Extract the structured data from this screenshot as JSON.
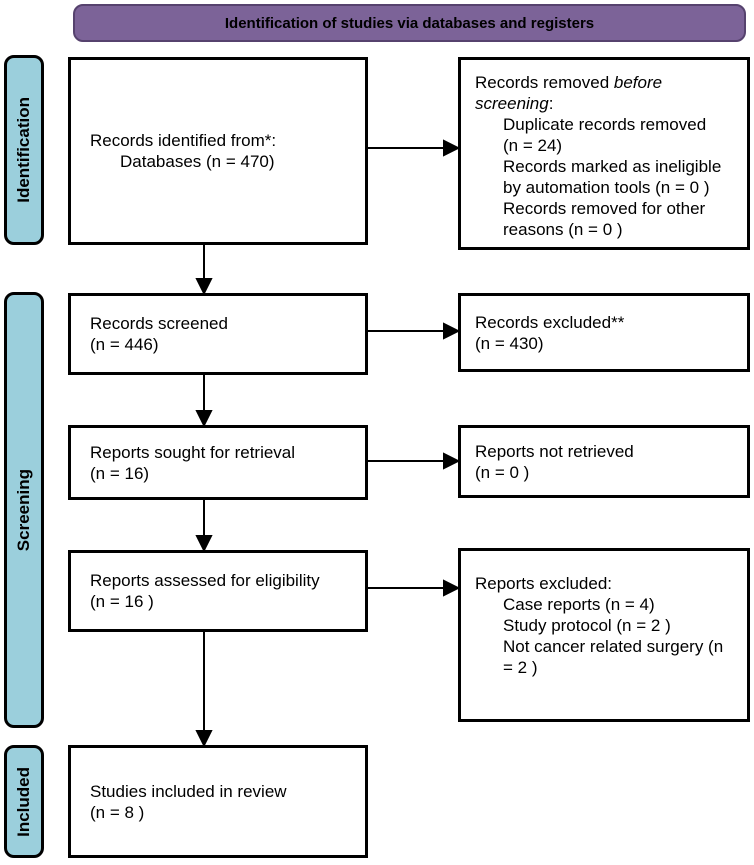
{
  "header": {
    "title": "Identification of studies via databases and registers"
  },
  "colors": {
    "purple_fill": "#7C6398",
    "purple_border": "#56426E",
    "blue_fill": "#9BCFDC",
    "box_border": "#000000",
    "arrow_color": "#000000",
    "bg": "#FFFFFF"
  },
  "stages": {
    "identification": "Identification",
    "screening": "Screening",
    "included": "Included"
  },
  "boxes": {
    "records_identified": {
      "line1": "Records identified from*:",
      "line2": "Databases (n = 470)"
    },
    "records_removed": {
      "title_l1_normal": "Records removed ",
      "title_l1_italic": "before",
      "title_l2_italic": "screening",
      "title_l2_suffix": ":",
      "items": [
        "Duplicate records removed\n(n = 24)",
        "Records marked as ineligible\nby automation tools (n = 0 )",
        "Records removed for other\nreasons (n = 0 )"
      ]
    },
    "records_screened": {
      "line1": "Records screened",
      "line2": "(n = 446)"
    },
    "records_excluded": {
      "line1": "Records excluded**",
      "line2": "(n = 430)"
    },
    "reports_sought": {
      "line1": "Reports sought for retrieval",
      "line2": "(n = 16)"
    },
    "reports_not_retrieved": {
      "line1": "Reports not retrieved",
      "line2": "(n = 0 )"
    },
    "reports_assessed": {
      "line1": "Reports assessed for eligibility",
      "line2": "(n = 16 )"
    },
    "reports_excluded": {
      "title": "Reports excluded:",
      "items": [
        "Case reports (n = 4)",
        "Study protocol (n = 2 )",
        "Not cancer related surgery (n\n= 2 )"
      ]
    },
    "studies_included": {
      "line1": "Studies included in review",
      "line2": "(n = 8 )"
    }
  }
}
